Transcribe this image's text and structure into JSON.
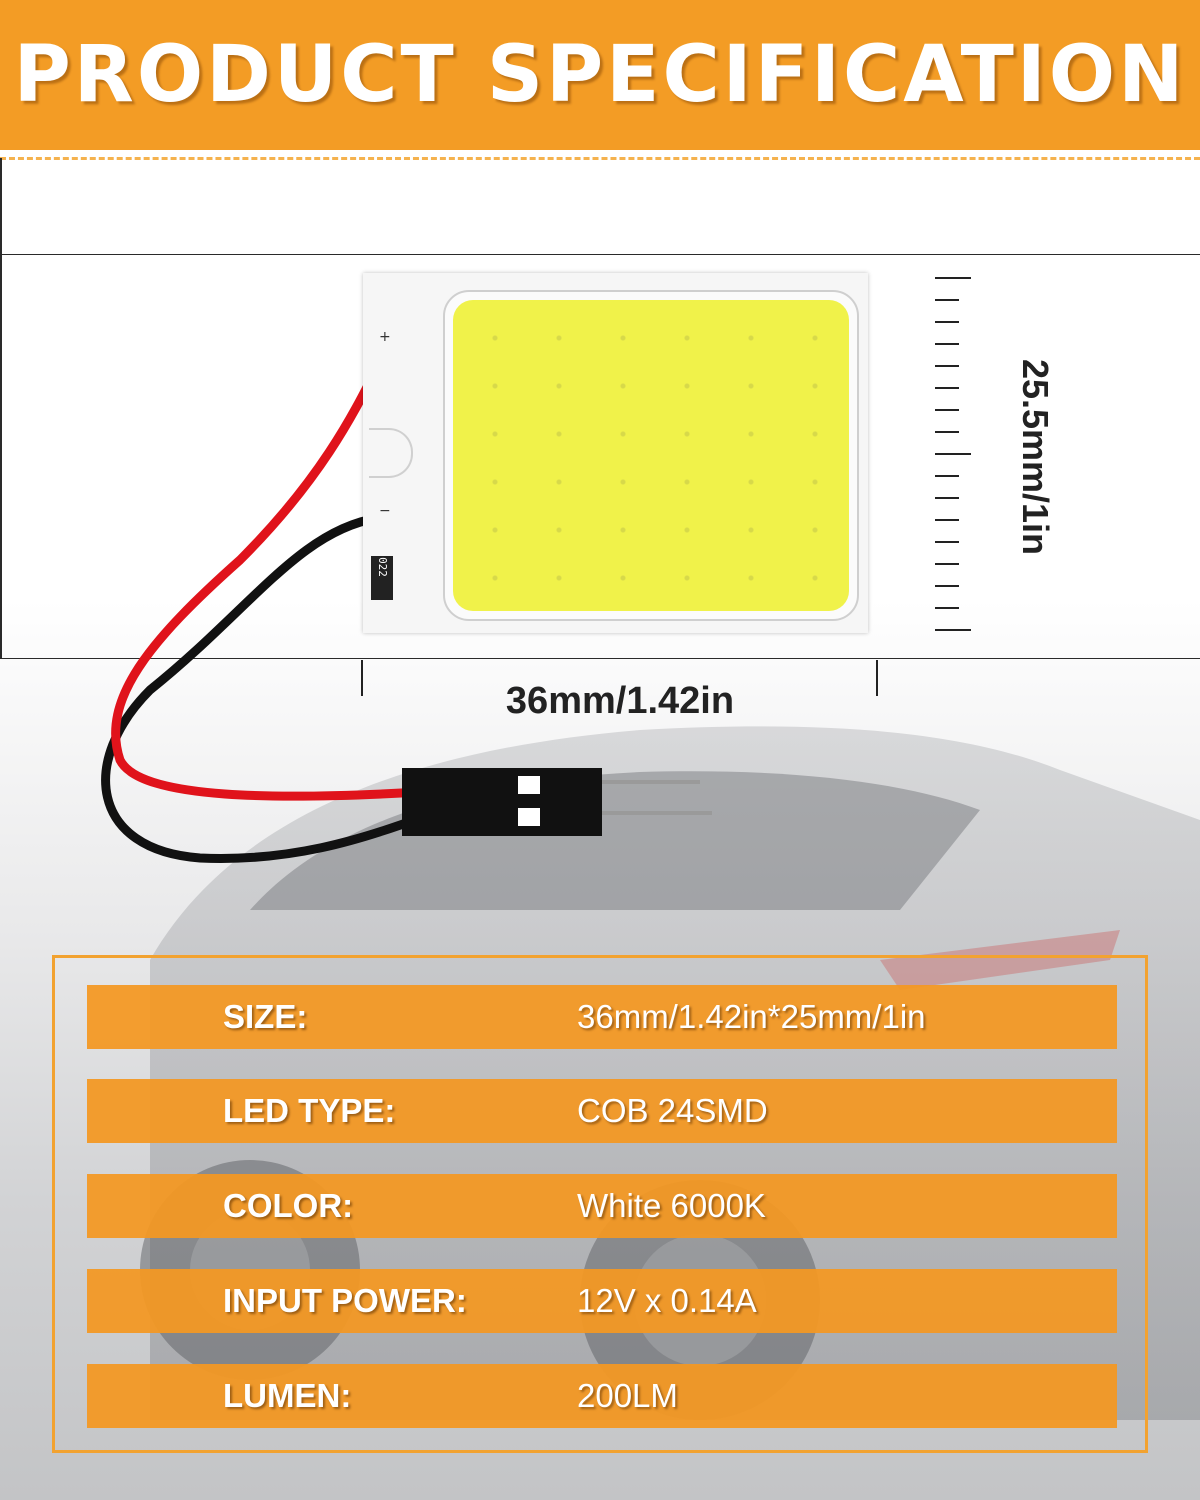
{
  "banner": {
    "title": "PRODUCT SPECIFICATION"
  },
  "product": {
    "pcb_code": "022",
    "plus_sign": "+",
    "minus_sign": "−",
    "height_dimension": "25.5mm/1in",
    "width_dimension": "36mm/1.42in"
  },
  "colors": {
    "accent": "#f39c25",
    "led_face": "#f0f24a",
    "wire_positive": "#e0131b",
    "wire_negative": "#111111"
  },
  "specs": [
    {
      "label": "SIZE:",
      "value": "36mm/1.42in*25mm/1in"
    },
    {
      "label": "LED TYPE:",
      "value": "COB 24SMD"
    },
    {
      "label": "COLOR:",
      "value": "White 6000K"
    },
    {
      "label": "INPUT POWER:",
      "value": "12V x 0.14A"
    },
    {
      "label": "LUMEN:",
      "value": "200LM"
    }
  ]
}
